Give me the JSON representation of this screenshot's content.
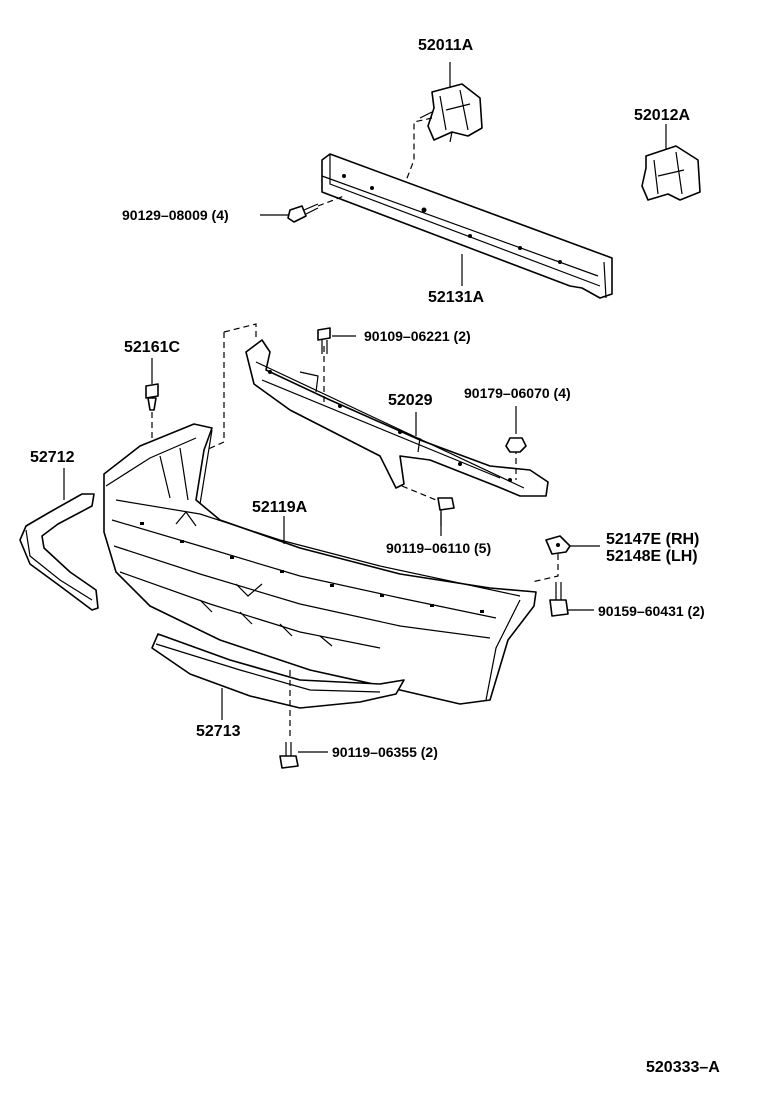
{
  "diagram_id": "520333–A",
  "parts": [
    {
      "key": "p52011a",
      "label": "52011A"
    },
    {
      "key": "p52012a",
      "label": "52012A"
    },
    {
      "key": "p9012908009",
      "label": "90129–08009 (4)"
    },
    {
      "key": "p52131a",
      "label": "52131A"
    },
    {
      "key": "p9010906221",
      "label": "90109–06221 (2)"
    },
    {
      "key": "p52161c",
      "label": "52161C"
    },
    {
      "key": "p52029",
      "label": "52029"
    },
    {
      "key": "p9017906070",
      "label": "90179–06070 (4)"
    },
    {
      "key": "p52712",
      "label": "52712"
    },
    {
      "key": "p52119a",
      "label": "52119A"
    },
    {
      "key": "p9011906110",
      "label": "90119–06110 (5)"
    },
    {
      "key": "p52147e",
      "label": "52147E (RH)"
    },
    {
      "key": "p52148e",
      "label": "52148E (LH)"
    },
    {
      "key": "p9015960431",
      "label": "90159–60431 (2)"
    },
    {
      "key": "p52713",
      "label": "52713"
    },
    {
      "key": "p9011906355",
      "label": "90119–06355 (2)"
    }
  ]
}
